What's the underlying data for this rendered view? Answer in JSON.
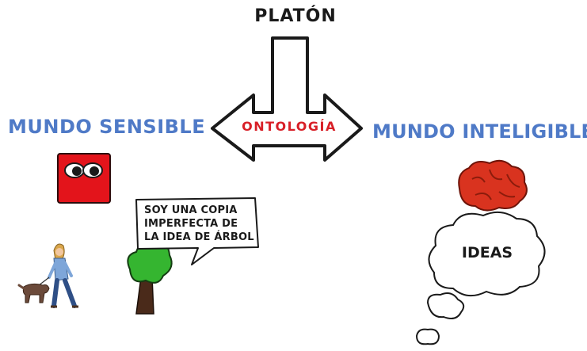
{
  "title": "PLATÓN",
  "arrow_label": "ONTOLOGÍA",
  "left": {
    "label": "MUNDO SENSIBLE"
  },
  "right": {
    "label": "MUNDO INTELIGIBLE"
  },
  "speech_bubble": {
    "lines": [
      "SOY UNA COPIA",
      "IMPERFECTA DE",
      "LA IDEA DE ÁRBOL"
    ]
  },
  "thought_cloud": {
    "label": "IDEAS"
  },
  "colors": {
    "label_blue": "#4f7ac7",
    "arrow_text_red": "#d81f27",
    "square_red": "#e3141b",
    "brain_red": "#d9331f",
    "tree_green": "#35b530"
  },
  "icons": [
    "double-arrow-icon",
    "red-square-eyes-icon",
    "walking-woman-with-dog-icon",
    "tree-icon",
    "brain-icon",
    "thought-cloud-icon"
  ]
}
